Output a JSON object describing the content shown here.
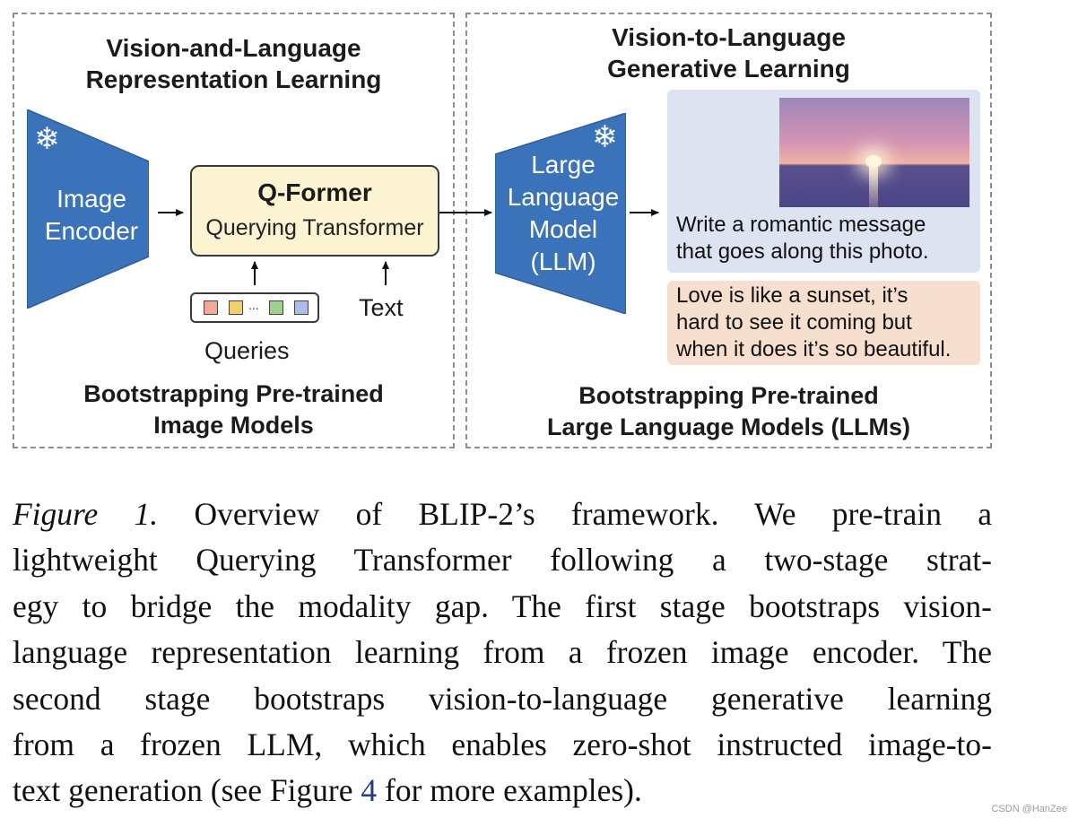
{
  "figure": {
    "left_panel": {
      "title_line1": "Vision-and-Language",
      "title_line2": "Representation Learning",
      "image_encoder_line1": "Image",
      "image_encoder_line2": "Encoder",
      "qformer_title": "Q-Former",
      "qformer_subtitle": "Querying Transformer",
      "queries_dots": "...",
      "queries_label": "Queries",
      "text_label": "Text",
      "heading_line1": "Bootstrapping Pre-trained",
      "heading_line2": "Image Models"
    },
    "right_panel": {
      "title_line1": "Vision-to-Language",
      "title_line2": "Generative Learning",
      "llm_line1": "Large",
      "llm_line2": "Language",
      "llm_line3": "Model",
      "llm_line4": "(LLM)",
      "prompt_line1": "Write a romantic message",
      "prompt_line2": "that goes along this photo.",
      "response_line1": "Love is like a sunset, it’s",
      "response_line2": "hard to see it coming but",
      "response_line3": "when it does it’s so beautiful.",
      "heading_line1": "Bootstrapping Pre-trained",
      "heading_line2": "Large Language Models (LLMs)"
    },
    "icons": {
      "frozen": "snowflake-icon",
      "arrow": "arrow-right-icon"
    },
    "colors": {
      "block_blue": "#3a73b9",
      "qformer_fill": "#fcf3d2",
      "prompt_fill": "#dde3f0",
      "response_fill": "#f7dfcf",
      "query_colors": [
        "#f2a999",
        "#f5cf6b",
        "#9fd08f",
        "#aebde8"
      ]
    }
  },
  "caption": {
    "label": "Figure 1.",
    "line1_rest": "Overview of BLIP-2’s framework. We pre-train a",
    "line2": "lightweight Querying Transformer following a two-stage strat-",
    "line3": "egy to bridge the modality gap. The first stage bootstraps vision-",
    "line4": "language representation learning from a frozen image encoder. The",
    "line5": "second stage bootstraps vision-to-language generative learning",
    "line6": "from a frozen LLM, which enables zero-shot instructed image-to-",
    "line7_a": "text generation (see Figure ",
    "line7_ref": "4",
    "line7_b": " for more examples)."
  },
  "watermark": "CSDN @HanZee"
}
